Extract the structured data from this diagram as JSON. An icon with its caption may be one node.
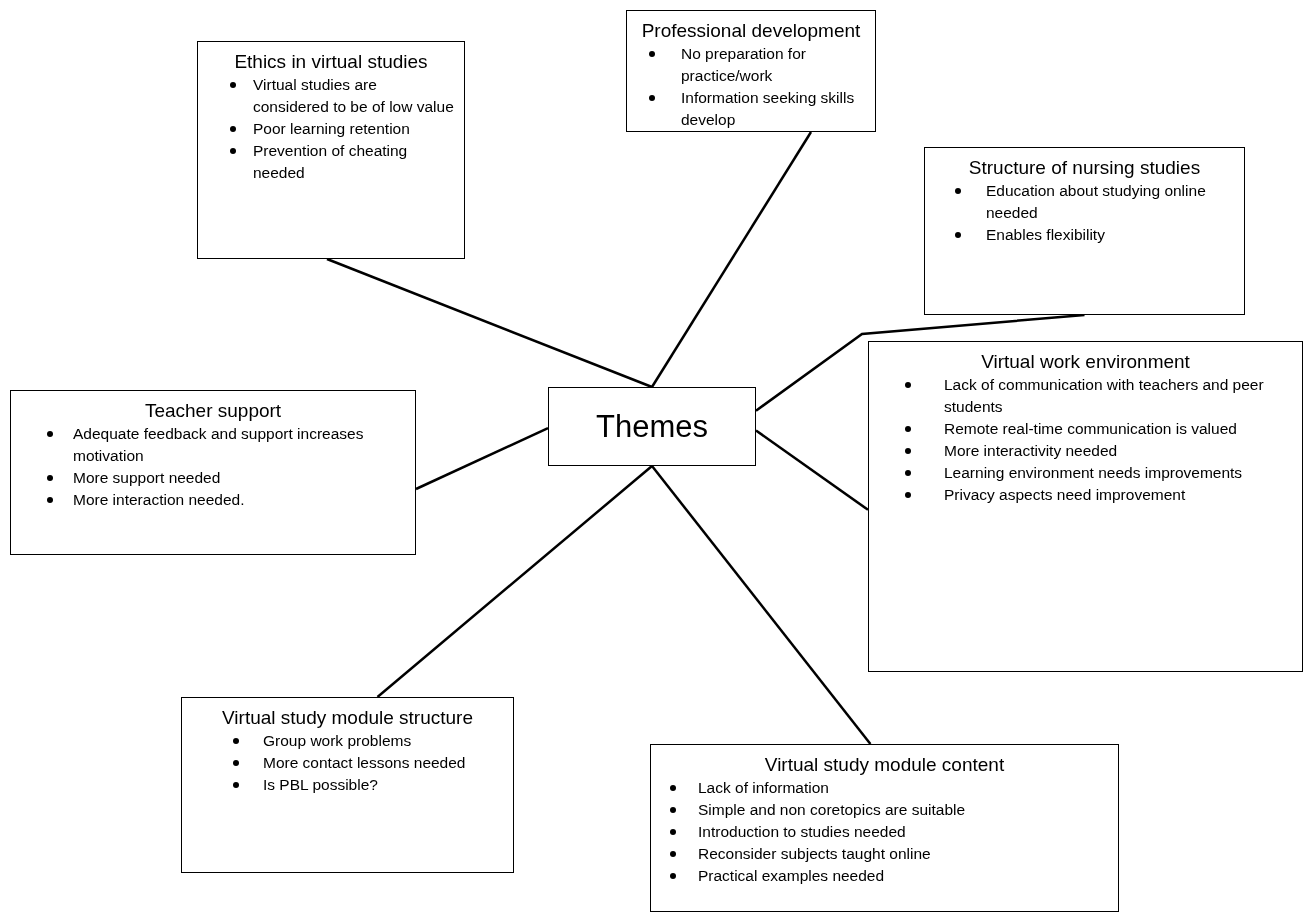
{
  "diagram": {
    "nodes": [
      {
        "text": [
          "Themes"
        ]
      },
      {
        "text": [
          "Ethics in virtual studies",
          "Virtual studies are considered to be of low value",
          "Poor learning retention",
          "Prevention of cheating needed"
        ]
      },
      {
        "text": [
          "Professional development",
          "No preparation for practice/work",
          "Information seeking skills develop"
        ]
      },
      {
        "text": [
          "Structure of nursing studies",
          "Education about studying online needed",
          "Enables flexibility"
        ]
      },
      {
        "text": [
          "Teacher support",
          "Adequate feedback and support increases motivation",
          "More support needed",
          "More interaction needed."
        ]
      },
      {
        "text": [
          "Virtual work environment",
          "Lack of communication with teachers and peer students",
          "Remote real-time communication is valued",
          "More interactivity needed",
          "Learning environment needs improvements",
          "Privacy aspects need improvement"
        ]
      },
      {
        "text": [
          "Virtual study module structure",
          "Group work problems",
          "More contact lessons needed",
          "Is PBL possible?"
        ]
      },
      {
        "text": [
          "Virtual study module content",
          "Lack of information",
          "Simple and non coretopics are suitable",
          "Introduction to studies needed",
          "Reconsider subjects taught online",
          "Practical examples needed"
        ]
      }
    ],
    "edges": [
      {
        "from": 0,
        "to": 1,
        "arrow": "none"
      },
      {
        "from": 0,
        "to": 2,
        "arrow": "none"
      },
      {
        "from": 0,
        "to": 3,
        "arrow": "none"
      },
      {
        "from": 0,
        "to": 4,
        "arrow": "none"
      },
      {
        "from": 0,
        "to": 5,
        "arrow": "none"
      },
      {
        "from": 0,
        "to": 6,
        "arrow": "none"
      },
      {
        "from": 0,
        "to": 7,
        "arrow": "none"
      }
    ]
  }
}
